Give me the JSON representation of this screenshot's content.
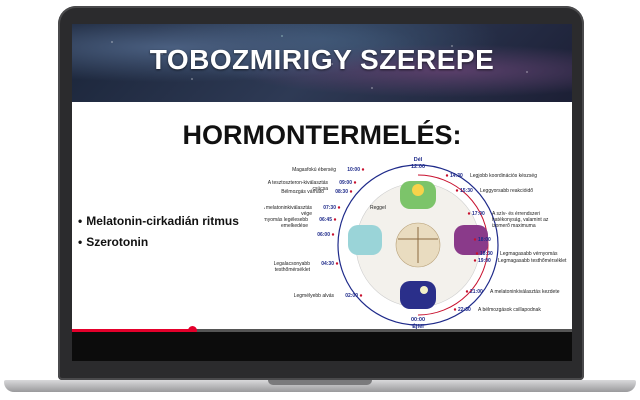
{
  "slide": {
    "title": "TOBOZMIRIGY SZEREPE",
    "heading": "HORMONTERMELÉS:",
    "bullets": [
      "Melatonin-cirkadián ritmus",
      "Szerotonin"
    ]
  },
  "clock": {
    "top_label": "Dél",
    "top_time": "12:00",
    "bottom_label": "Éjfél",
    "bottom_time": "00:00",
    "inner_note": "Reggel",
    "events_left": [
      {
        "label": "Magasfokú éberség",
        "time": "10:00"
      },
      {
        "label": "A tesztoszteron-kiválasztás csúcsa",
        "time": "09:00"
      },
      {
        "label": "Bélmozgás várható",
        "time": "08:30"
      },
      {
        "label": "A melatoninkiválasztás vége",
        "time": "07:30"
      },
      {
        "label": "A vérnyomás legélesebb emelkedése",
        "time": "06:45"
      },
      {
        "label": "",
        "time": "06:00"
      },
      {
        "label": "Legalacsonyabb testhőmérséklet",
        "time": "04:30"
      },
      {
        "label": "Legmélyebb alvás",
        "time": "02:00"
      }
    ],
    "events_right": [
      {
        "label": "Legjobb koordinációs készség",
        "time": "14:30"
      },
      {
        "label": "Leggyorsabb reakcióidő",
        "time": "15:30"
      },
      {
        "label": "A szív- és érrendszeri hatékonyság, valamint az izomerő maximuma",
        "time": "17:00"
      },
      {
        "label": "",
        "time": "18:00"
      },
      {
        "label": "Legmagasabb vérnyomás",
        "time": "18:30"
      },
      {
        "label": "Legmagasabb testhőmérséklet",
        "time": "19:00"
      },
      {
        "label": "A melatoninkiválasztás kezdete",
        "time": "21:00"
      },
      {
        "label": "A bélmozgások csillapodnak",
        "time": "22:30"
      }
    ]
  },
  "video": {
    "progress": 0.24
  },
  "colors": {
    "accent": "#e4002b",
    "clock_blue": "#1e2a8a",
    "clock_red": "#c8102e"
  }
}
